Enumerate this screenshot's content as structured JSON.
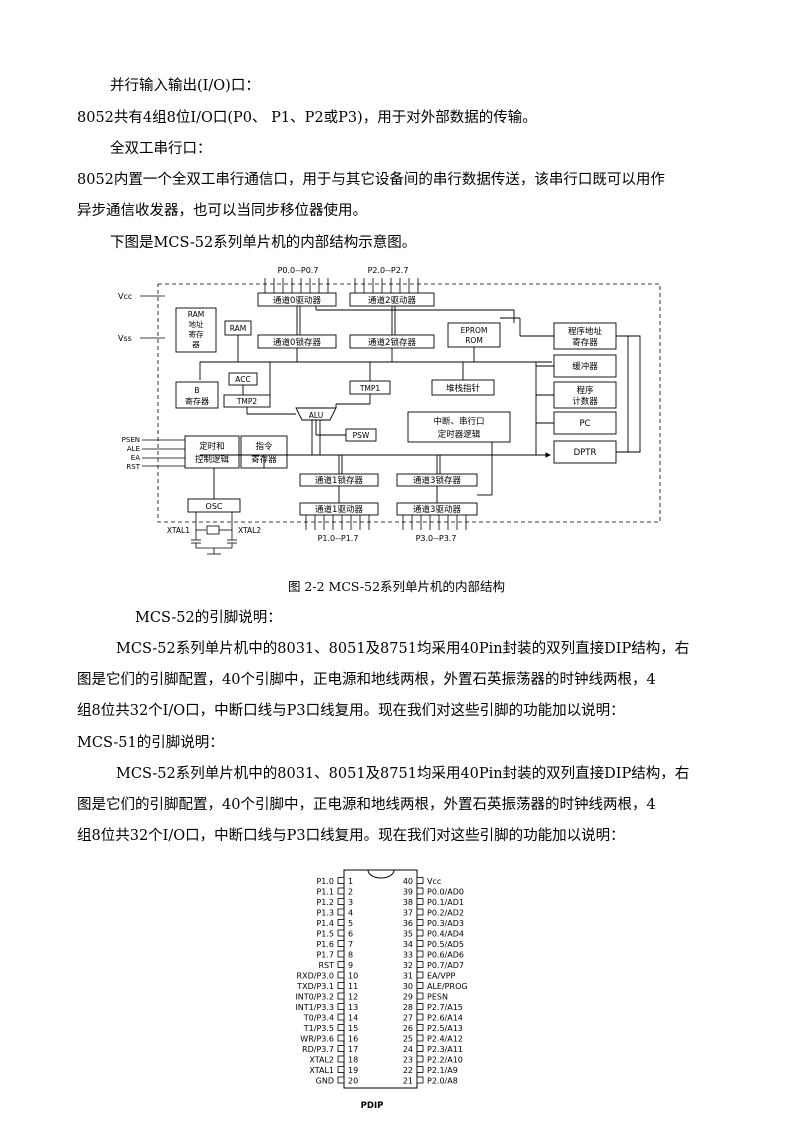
{
  "paragraphs": {
    "p1": "并行输入输出(I/O)口：",
    "p2": "8052共有4组8位I/O口(P0、 P1、P2或P3)，用于对外部数据的传输。",
    "p3": "全双工串行口：",
    "p4a": "8052内置一个全双工串行通信口，用于与其它设备间的串行数据传送，该串行口既可以用作",
    "p4b": "异步通信收发器，也可以当同步移位器使用。",
    "p5": "下图是MCS-52系列单片机的内部结构示意图。",
    "p6": "MCS-52的引脚说明：",
    "p7a": "MCS-52系列单片机中的8031、8051及8751均采用40Pin封装的双列直接DIP结构，右",
    "p7b": "图是它们的引脚配置，40个引脚中，正电源和地线两根，外置石英振荡器的时钟线两根，4",
    "p7c": "组8位共32个I/O口，中断口线与P3口线复用。现在我们对这些引脚的功能加以说明：",
    "p8": "MCS-51的引脚说明：",
    "p9a": "MCS-52系列单片机中的8031、8051及8751均采用40Pin封装的双列直接DIP结构，右",
    "p9b": "图是它们的引脚配置，40个引脚中，正电源和地线两根，外置石英振荡器的时钟线两根，4",
    "p9c": "组8位共32个I/O口，中断口线与P3口线复用。现在我们对这些引脚的功能加以说明："
  },
  "figure": {
    "caption": "图 2-2 MCS-52系列单片机的内部结构",
    "top_labels": {
      "p0": "P0.0--P0.7",
      "p2": "P2.0--P2.7"
    },
    "bottom_labels": {
      "p1": "P1.0--P1.7",
      "p3": "P3.0--P3.7"
    },
    "vcc": "Vcc",
    "vss": "Vss",
    "blocks": {
      "p0_driver": "通道0驱动器",
      "p2_driver": "通道2驱动器",
      "ram_addr_1": "RAM",
      "ram_addr_2": "地址",
      "ram_addr_3": "寄存",
      "ram_addr_4": "器",
      "ram": "RAM",
      "p0_latch": "通道0锁存器",
      "p2_latch": "通道2锁存器",
      "eprom_1": "EPROM",
      "eprom_2": "ROM",
      "prog_addr_1": "程序地址",
      "prog_addr_2": "寄存器",
      "buffer": "缓冲器",
      "pc_incr_1": "程序",
      "pc_incr_2": "计数器",
      "pc": "PC",
      "dptr": "DPTR",
      "b_reg_1": "B",
      "b_reg_2": "寄存器",
      "acc": "ACC",
      "tmp2": "TMP2",
      "tmp1": "TMP1",
      "stack": "堆栈指针",
      "alu": "ALU",
      "psw": "PSW",
      "intr_1": "中断、串行口",
      "intr_2": "定时器逻辑",
      "timing_1": "定时和",
      "timing_2": "控制逻辑",
      "instr_1": "指令",
      "instr_2": "寄存器",
      "p1_latch": "通道1锁存器",
      "p3_latch": "通道3锁存器",
      "p1_driver": "通道1驱动器",
      "p3_driver": "通道3驱动器",
      "osc": "OSC"
    },
    "control_pins": [
      "PSEN",
      "ALE",
      "EA",
      "RST"
    ],
    "xtal1": "XTAL1",
    "xtal2": "XTAL2"
  },
  "pinout": {
    "package": "PDIP",
    "left": [
      {
        "label": "P1.0",
        "num": "1"
      },
      {
        "label": "P1.1",
        "num": "2"
      },
      {
        "label": "P1.2",
        "num": "3"
      },
      {
        "label": "P1.3",
        "num": "4"
      },
      {
        "label": "P1.4",
        "num": "5"
      },
      {
        "label": "P1.5",
        "num": "6"
      },
      {
        "label": "P1.6",
        "num": "7"
      },
      {
        "label": "P1.7",
        "num": "8"
      },
      {
        "label": "RST",
        "num": "9"
      },
      {
        "label": "RXD/P3.0",
        "num": "10"
      },
      {
        "label": "TXD/P3.1",
        "num": "11"
      },
      {
        "label": "INT0/P3.2",
        "num": "12"
      },
      {
        "label": "INT1/P3.3",
        "num": "13"
      },
      {
        "label": "T0/P3.4",
        "num": "14"
      },
      {
        "label": "T1/P3.5",
        "num": "15"
      },
      {
        "label": "WR/P3.6",
        "num": "16"
      },
      {
        "label": "RD/P3.7",
        "num": "17"
      },
      {
        "label": "XTAL2",
        "num": "18"
      },
      {
        "label": "XTAL1",
        "num": "19"
      },
      {
        "label": "GND",
        "num": "20"
      }
    ],
    "right": [
      {
        "label": "Vcc",
        "num": "40"
      },
      {
        "label": "P0.0/AD0",
        "num": "39"
      },
      {
        "label": "P0.1/AD1",
        "num": "38"
      },
      {
        "label": "P0.2/AD2",
        "num": "37"
      },
      {
        "label": "P0.3/AD3",
        "num": "36"
      },
      {
        "label": "P0.4/AD4",
        "num": "35"
      },
      {
        "label": "P0.5/AD5",
        "num": "34"
      },
      {
        "label": "P0.6/AD6",
        "num": "33"
      },
      {
        "label": "P0.7/AD7",
        "num": "32"
      },
      {
        "label": "EA/VPP",
        "num": "31"
      },
      {
        "label": "ALE/PROG",
        "num": "30"
      },
      {
        "label": "PESN",
        "num": "29"
      },
      {
        "label": "P2.7/A15",
        "num": "28"
      },
      {
        "label": "P2.6/A14",
        "num": "27"
      },
      {
        "label": "P2.5/A13",
        "num": "26"
      },
      {
        "label": "P2.4/A12",
        "num": "25"
      },
      {
        "label": "P2.3/A11",
        "num": "24"
      },
      {
        "label": "P2.2/A10",
        "num": "23"
      },
      {
        "label": "P2.1/A9",
        "num": "22"
      },
      {
        "label": "P2.0/A8",
        "num": "21"
      }
    ]
  }
}
